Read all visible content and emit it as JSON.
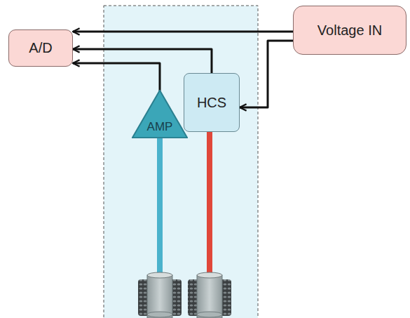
{
  "diagram": {
    "nodes": [
      {
        "text": [
          "A/D"
        ]
      },
      {
        "text": [
          "Voltage IN"
        ]
      },
      {
        "text": [
          "HCS"
        ]
      },
      {
        "text": [
          "AMP"
        ]
      }
    ],
    "edges": [
      {
        "from": 1,
        "to": 0,
        "arrow": "to"
      },
      {
        "from": 1,
        "to": 2,
        "arrow": "to"
      },
      {
        "from": 2,
        "to": 0,
        "arrow": "to"
      },
      {
        "from": 3,
        "to": 0,
        "arrow": "to"
      }
    ]
  }
}
